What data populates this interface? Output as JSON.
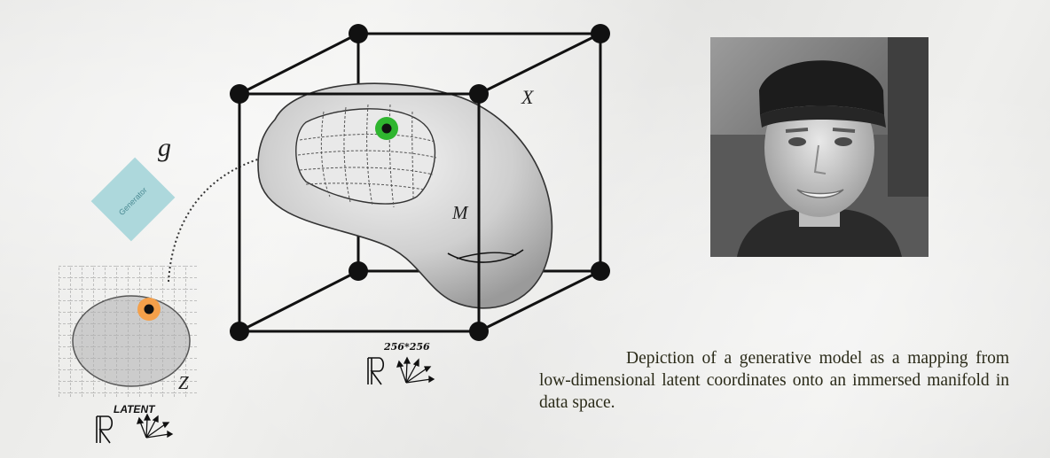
{
  "labels": {
    "g": "g",
    "X": "X",
    "M": "M",
    "Z": "Z",
    "generator": "Generator",
    "latent": "LATENT",
    "dimension": "256*256",
    "real_symbol": "R"
  },
  "caption": "Depiction of a generative model as a mapping from low-dimensional latent coordinates onto an immersed manifold in data space.",
  "colors": {
    "generator_box": "#add8dc",
    "latent_point_ring": "#f5a04a",
    "manifold_point_ring": "#2fb52f",
    "caption_text": "#2a2a18"
  },
  "icons": {
    "photo": "portrait-photo-icon",
    "real_space": "real-numbers-icon",
    "axes": "axes-icon"
  }
}
